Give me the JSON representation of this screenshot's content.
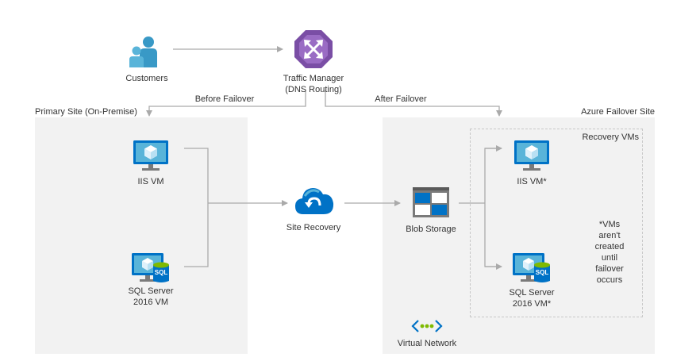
{
  "sites": {
    "primary": "Primary Site (On-Premise)",
    "azure": "Azure Failover Site",
    "recovery_vms": "Recovery VMs"
  },
  "nodes": {
    "customers": "Customers",
    "traffic_manager_line1": "Traffic Manager",
    "traffic_manager_line2": "(DNS Routing)",
    "iis_vm": "IIS VM",
    "sql_vm_line1": "SQL Server",
    "sql_vm_line2": "2016 VM",
    "site_recovery": "Site Recovery",
    "blob_storage": "Blob Storage",
    "iis_vm_recovery": "IIS VM*",
    "sql_vm_recovery_line1": "SQL Server",
    "sql_vm_recovery_line2": "2016 VM*",
    "virtual_network": "Virtual Network"
  },
  "edges": {
    "before_failover": "Before Failover",
    "after_failover": "After Failover"
  },
  "note": {
    "line1": "*VMs",
    "line2": "aren't",
    "line3": "created",
    "line4": "until",
    "line5": "failover",
    "line6": "occurs"
  },
  "icons": {
    "sql_badge": "SQL",
    "customers": "people-icon",
    "traffic_manager": "traffic-manager-icon",
    "vm": "virtual-machine-icon",
    "site_recovery": "cloud-recovery-icon",
    "blob_storage": "blob-storage-icon",
    "virtual_network": "virtual-network-icon"
  },
  "colors": {
    "panel": "#f2f2f2",
    "line": "#aaaaaa",
    "azure_blue": "#0078d4",
    "purple": "#7a4ea5",
    "green": "#7fba00"
  }
}
